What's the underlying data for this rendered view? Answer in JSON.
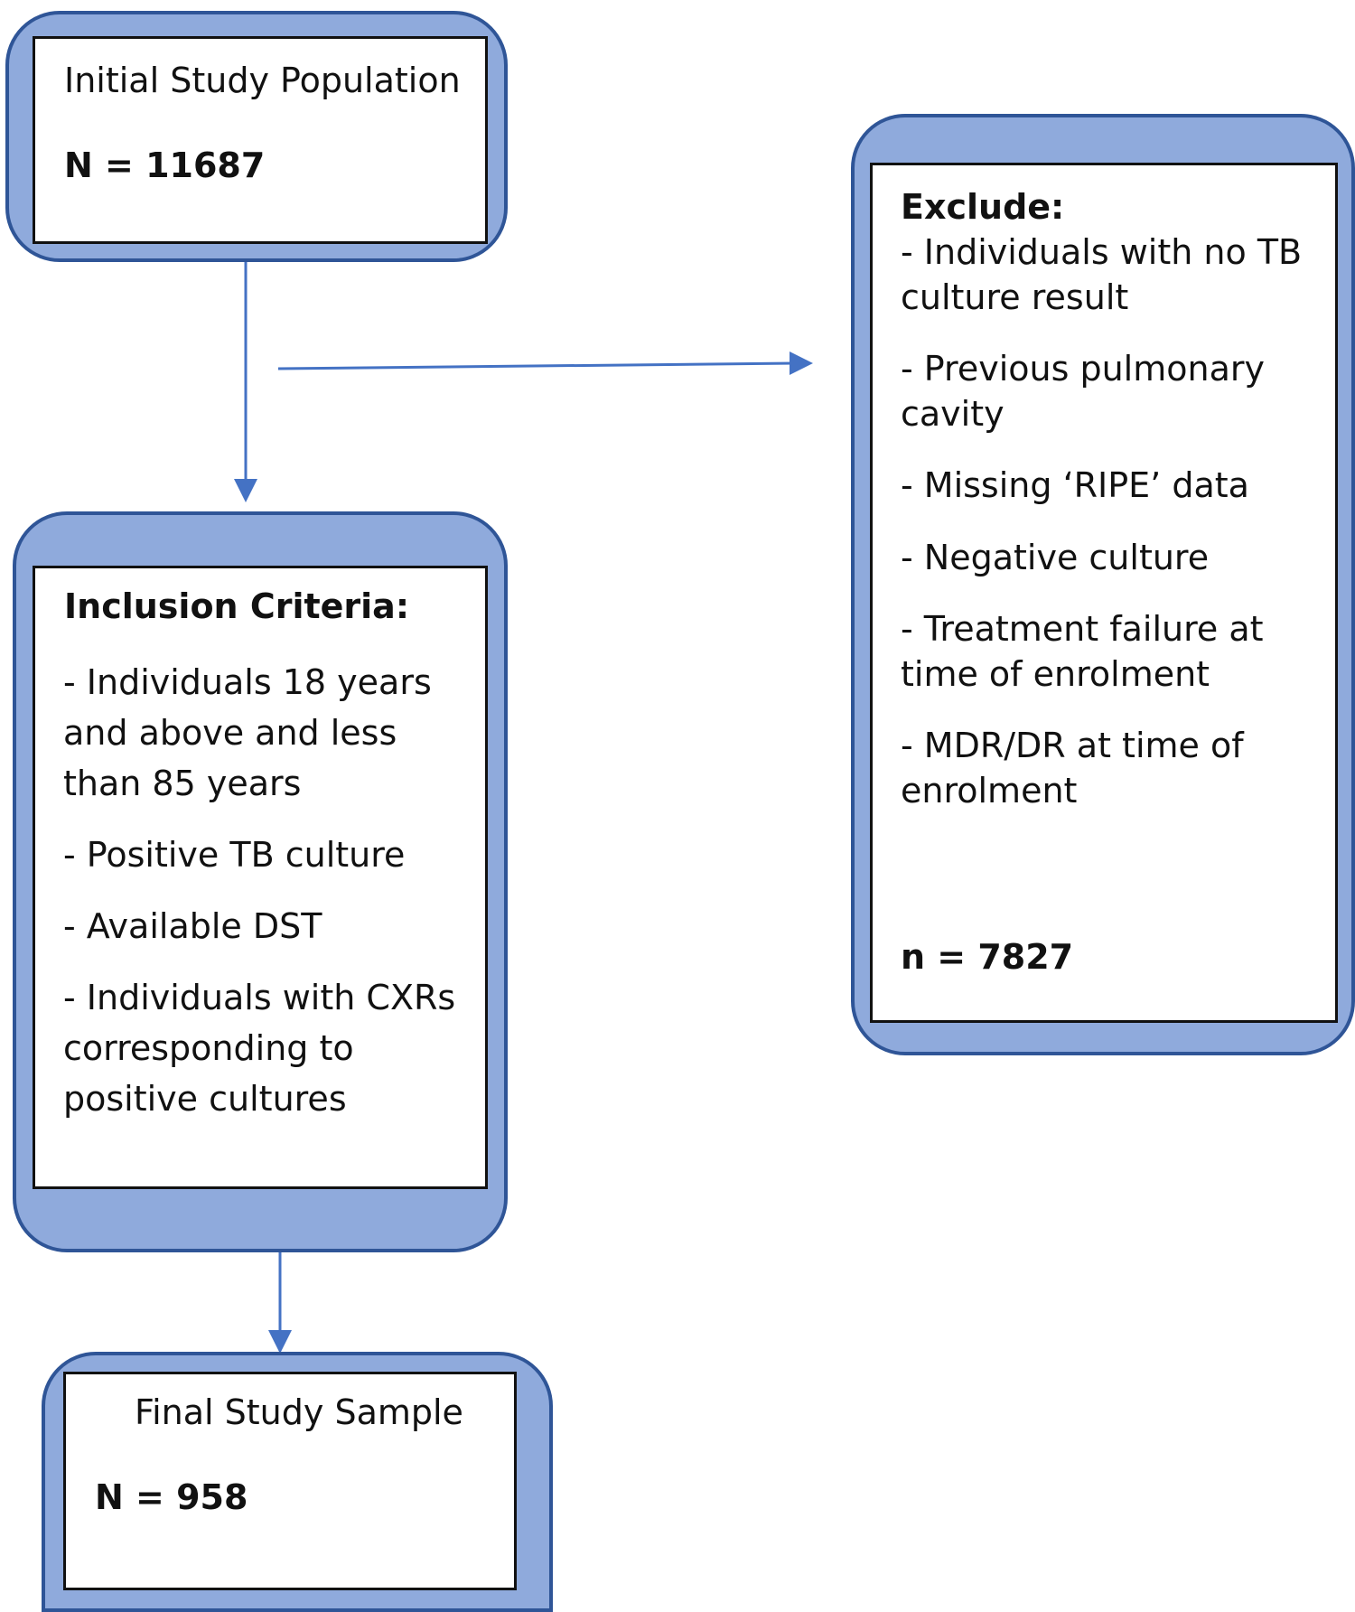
{
  "colors": {
    "frame_fill": "#8faadc",
    "frame_border": "#2f5597",
    "arrow": "#4472c4"
  },
  "initial": {
    "title": "Initial Study Population",
    "count": "N = 11687"
  },
  "exclude": {
    "heading": "Exclude:",
    "items": [
      [
        "- Individuals with no TB",
        "culture result"
      ],
      [
        "- Previous pulmonary",
        "cavity"
      ],
      [
        "- Missing ‘RIPE’ data"
      ],
      [
        "- Negative culture"
      ],
      [
        "- Treatment failure at",
        "time of enrolment"
      ],
      [
        "- MDR/DR at time of",
        "enrolment"
      ]
    ],
    "count": "n = 7827"
  },
  "inclusion": {
    "heading": "Inclusion Criteria:",
    "items": [
      [
        "- Individuals 18 years",
        "and above and less",
        "than 85 years"
      ],
      [
        "- Positive TB culture"
      ],
      [
        "- Available DST"
      ],
      [
        "- Individuals with CXRs",
        "corresponding to",
        "positive cultures"
      ]
    ]
  },
  "final": {
    "title": "Final Study Sample",
    "count": "N = 958"
  }
}
